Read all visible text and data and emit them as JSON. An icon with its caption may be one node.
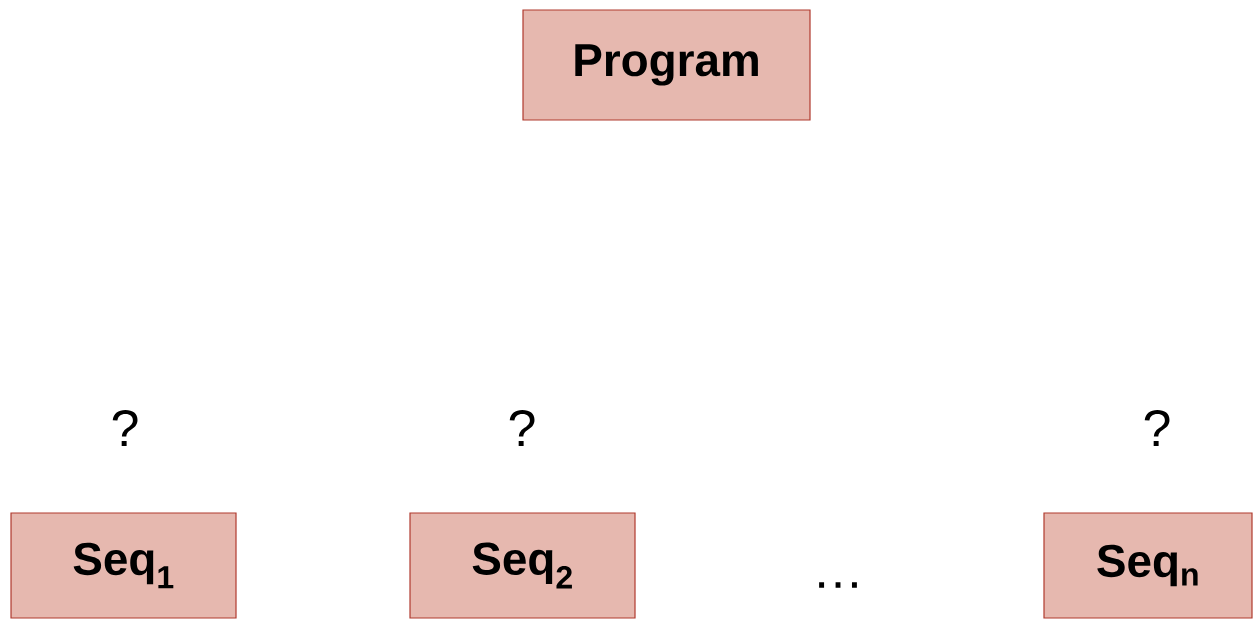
{
  "diagram": {
    "nodes": [
      {
        "text": [
          "Program"
        ]
      },
      {
        "text": [
          "Seq$_{1}$"
        ]
      },
      {
        "text": [
          "Seq$_{2}$"
        ]
      },
      {
        "text": [
          "Seq$_{n}$"
        ]
      }
    ],
    "labels": [
      "?",
      "?",
      "?",
      "…"
    ]
  }
}
